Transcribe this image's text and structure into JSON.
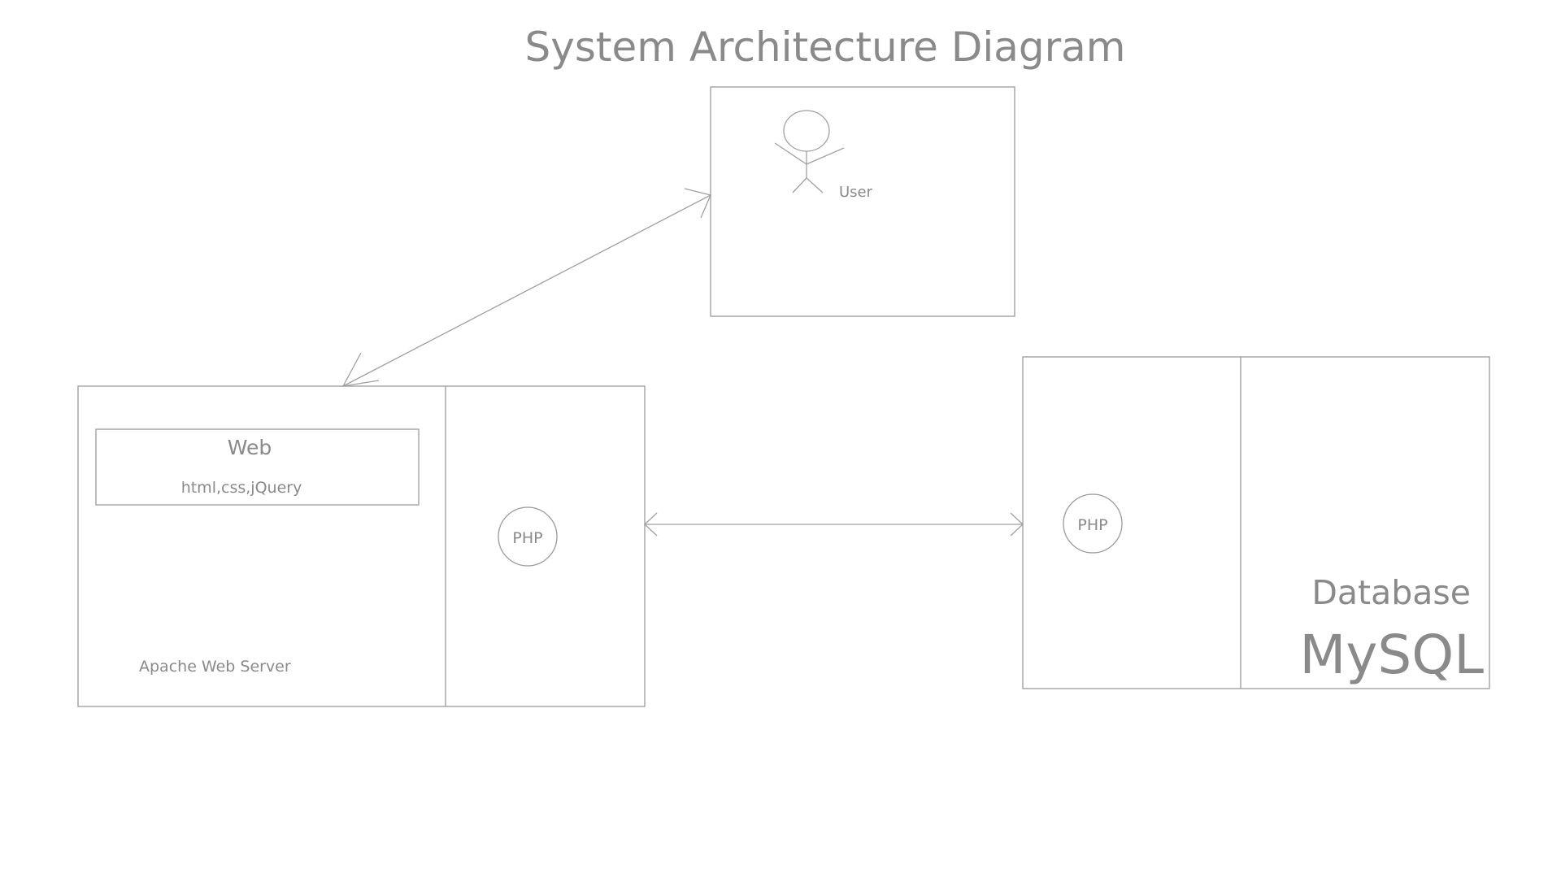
{
  "title": "System Architecture Diagram",
  "user_box": {
    "label": "User"
  },
  "web_server": {
    "web_title": "Web",
    "web_tech": "html,css,jQuery",
    "server_label": "Apache Web Server",
    "php_label": "PHP"
  },
  "database": {
    "php_label": "PHP",
    "db_label": "Database",
    "db_name": "MySQL"
  },
  "colors": {
    "stroke": "#9a9a9a",
    "text": "#8a8a8a",
    "background": "#ffffff"
  }
}
